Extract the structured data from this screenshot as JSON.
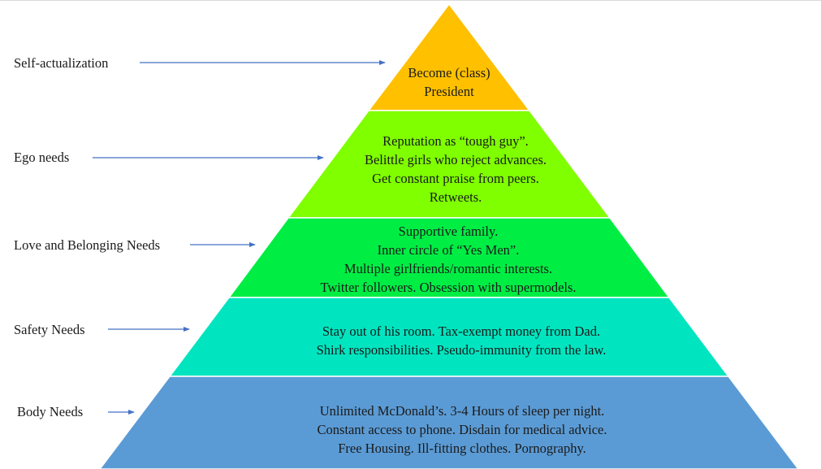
{
  "levels": [
    {
      "label": "Self-actualization",
      "color": "#ffc000",
      "lines": [
        "Become (class)",
        "President"
      ]
    },
    {
      "label": "Ego needs",
      "color": "#7fff00",
      "lines": [
        "Reputation as “tough guy”.",
        "Belittle girls who reject advances.",
        "Get constant praise from peers.",
        "Retweets."
      ]
    },
    {
      "label": "Love and Belonging Needs",
      "color": "#00ee44",
      "lines": [
        "Supportive family.",
        "Inner circle of “Yes Men”.",
        "Multiple girlfriends/romantic interests.",
        "Twitter followers. Obsession with supermodels."
      ]
    },
    {
      "label": "Safety Needs",
      "color": "#00e5c0",
      "lines": [
        "Stay out of his room. Tax-exempt money from Dad.",
        "Shirk responsibilities. Pseudo-immunity from the law."
      ]
    },
    {
      "label": "Body Needs",
      "color": "#5b9bd5",
      "lines": [
        "Unlimited McDonald’s. 3-4 Hours of sleep per night.",
        "Constant access to phone. Disdain for medical advice.",
        "Free Housing. Ill-fitting clothes. Pornography."
      ]
    }
  ],
  "arrow_color": "#4472c4"
}
